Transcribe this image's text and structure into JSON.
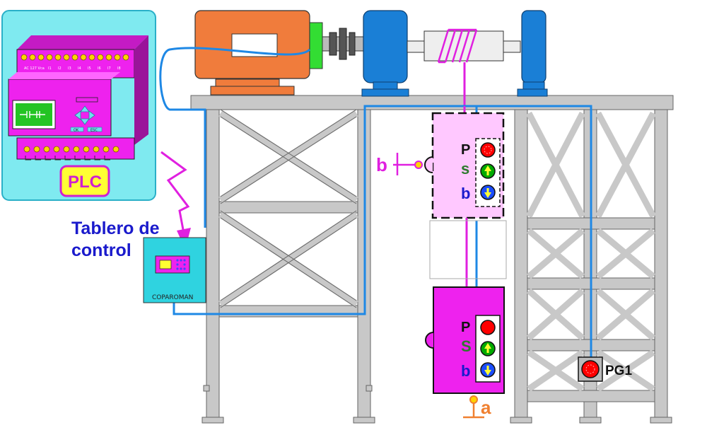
{
  "plc": {
    "label": "PLC",
    "supply_text": "AC 127 Vca",
    "input_labels": [
      "I1",
      "I2",
      "I3",
      "I4",
      "I5",
      "I6",
      "I7",
      "I8"
    ],
    "button_ok": "OK",
    "button_esc": "ESC"
  },
  "control_panel": {
    "title_line1": "Tablero de",
    "title_line2": "control",
    "brand": "COPAROMAN"
  },
  "pendant_upper": {
    "buttons": [
      {
        "letter": "P",
        "color": "#ff0000",
        "symbol": "stop"
      },
      {
        "letter": "s",
        "color": "#00aa00",
        "symbol": "up"
      },
      {
        "letter": "b",
        "color": "#1a4dff",
        "symbol": "down"
      }
    ],
    "switch_label": "b"
  },
  "pendant_lower": {
    "buttons": [
      {
        "letter": "P",
        "color": "#ff0000",
        "symbol": "stop"
      },
      {
        "letter": "S",
        "color": "#00aa00",
        "symbol": "up"
      },
      {
        "letter": "b",
        "color": "#1a4dff",
        "symbol": "down"
      }
    ],
    "switch_label": "a"
  },
  "pushbutton": {
    "label": "PG1",
    "color": "#ff0000"
  },
  "colors": {
    "wire_blue": "#1e88e5",
    "wire_magenta": "#e020e0",
    "plc_body": "#ee22ee",
    "panel_bg": "#2fd3e0",
    "structure": "#c8c8c8",
    "motor": "#f07c3c",
    "drum": "#1a7fd6",
    "label_blue": "#1a1acc",
    "label_orange": "#f08030"
  }
}
